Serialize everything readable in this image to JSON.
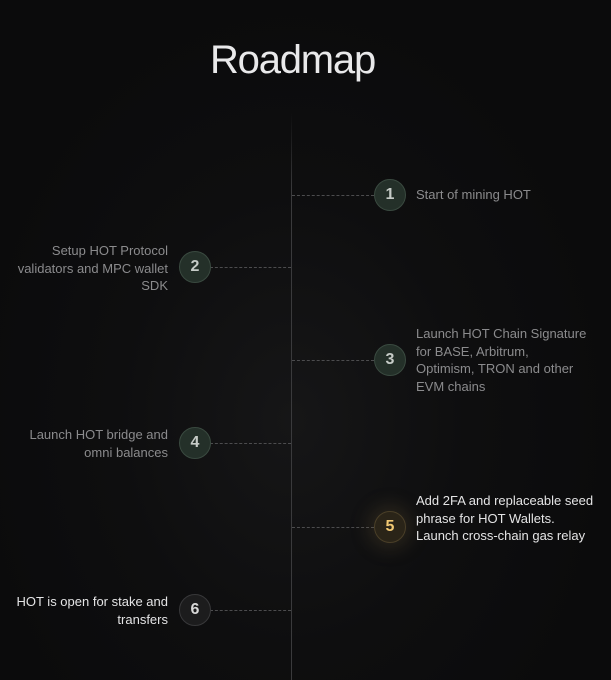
{
  "title": "Roadmap",
  "milestones": [
    {
      "number": "1",
      "text": "Start of mining HOT"
    },
    {
      "number": "2",
      "text": "Setup HOT Protocol validators and MPC wallet SDK"
    },
    {
      "number": "3",
      "text": "Launch HOT Chain Signature for BASE, Arbitrum, Optimism, TRON and other EVM chains"
    },
    {
      "number": "4",
      "text": "Launch HOT bridge and omni balances"
    },
    {
      "number": "5",
      "text": "Add 2FA and replaceable seed phrase for HOT Wallets. Launch cross-chain gas relay"
    },
    {
      "number": "6",
      "text": "HOT is open for stake and transfers"
    }
  ],
  "colors": {
    "background": "#0c0c0d",
    "node_green": "#243029",
    "active_accent": "#f1c873",
    "muted_text": "#8b8b8d"
  }
}
